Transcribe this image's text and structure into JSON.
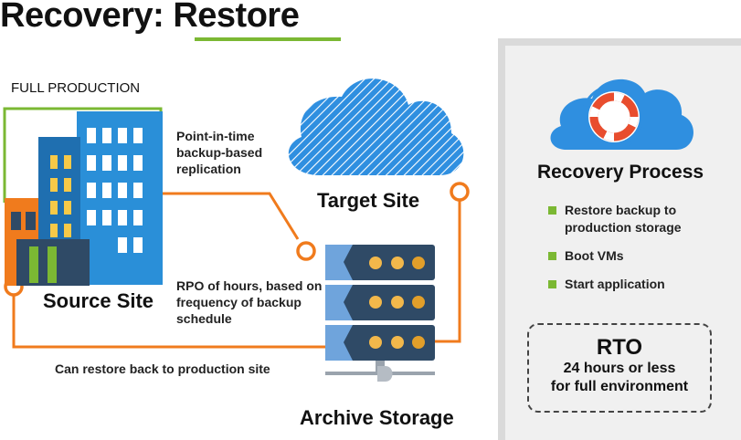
{
  "title": {
    "prefix": "Recovery: ",
    "highlight": "Restore"
  },
  "labels": {
    "full_production": "FULL PRODUCTION",
    "source_site": "Source Site",
    "target_site": "Target Site",
    "archive_storage": "Archive Storage"
  },
  "notes": {
    "point_in_time": "Point-in-time backup-based replication",
    "rpo": "RPO of hours, based on frequency of backup schedule",
    "restore_back": "Can restore back to production site"
  },
  "panel": {
    "title": "Recovery Process",
    "steps": [
      "Restore backup to production storage",
      "Boot VMs",
      "Start application"
    ],
    "rto": {
      "title": "RTO",
      "line1": "24 hours or less",
      "line2": "for full environment"
    }
  },
  "colors": {
    "accent_green": "#7bb833",
    "connector_orange": "#f07b1d",
    "building_blue": "#2a8fd8",
    "server_navy": "#2f4a66",
    "cloud_blue": "#2f8fe0"
  }
}
